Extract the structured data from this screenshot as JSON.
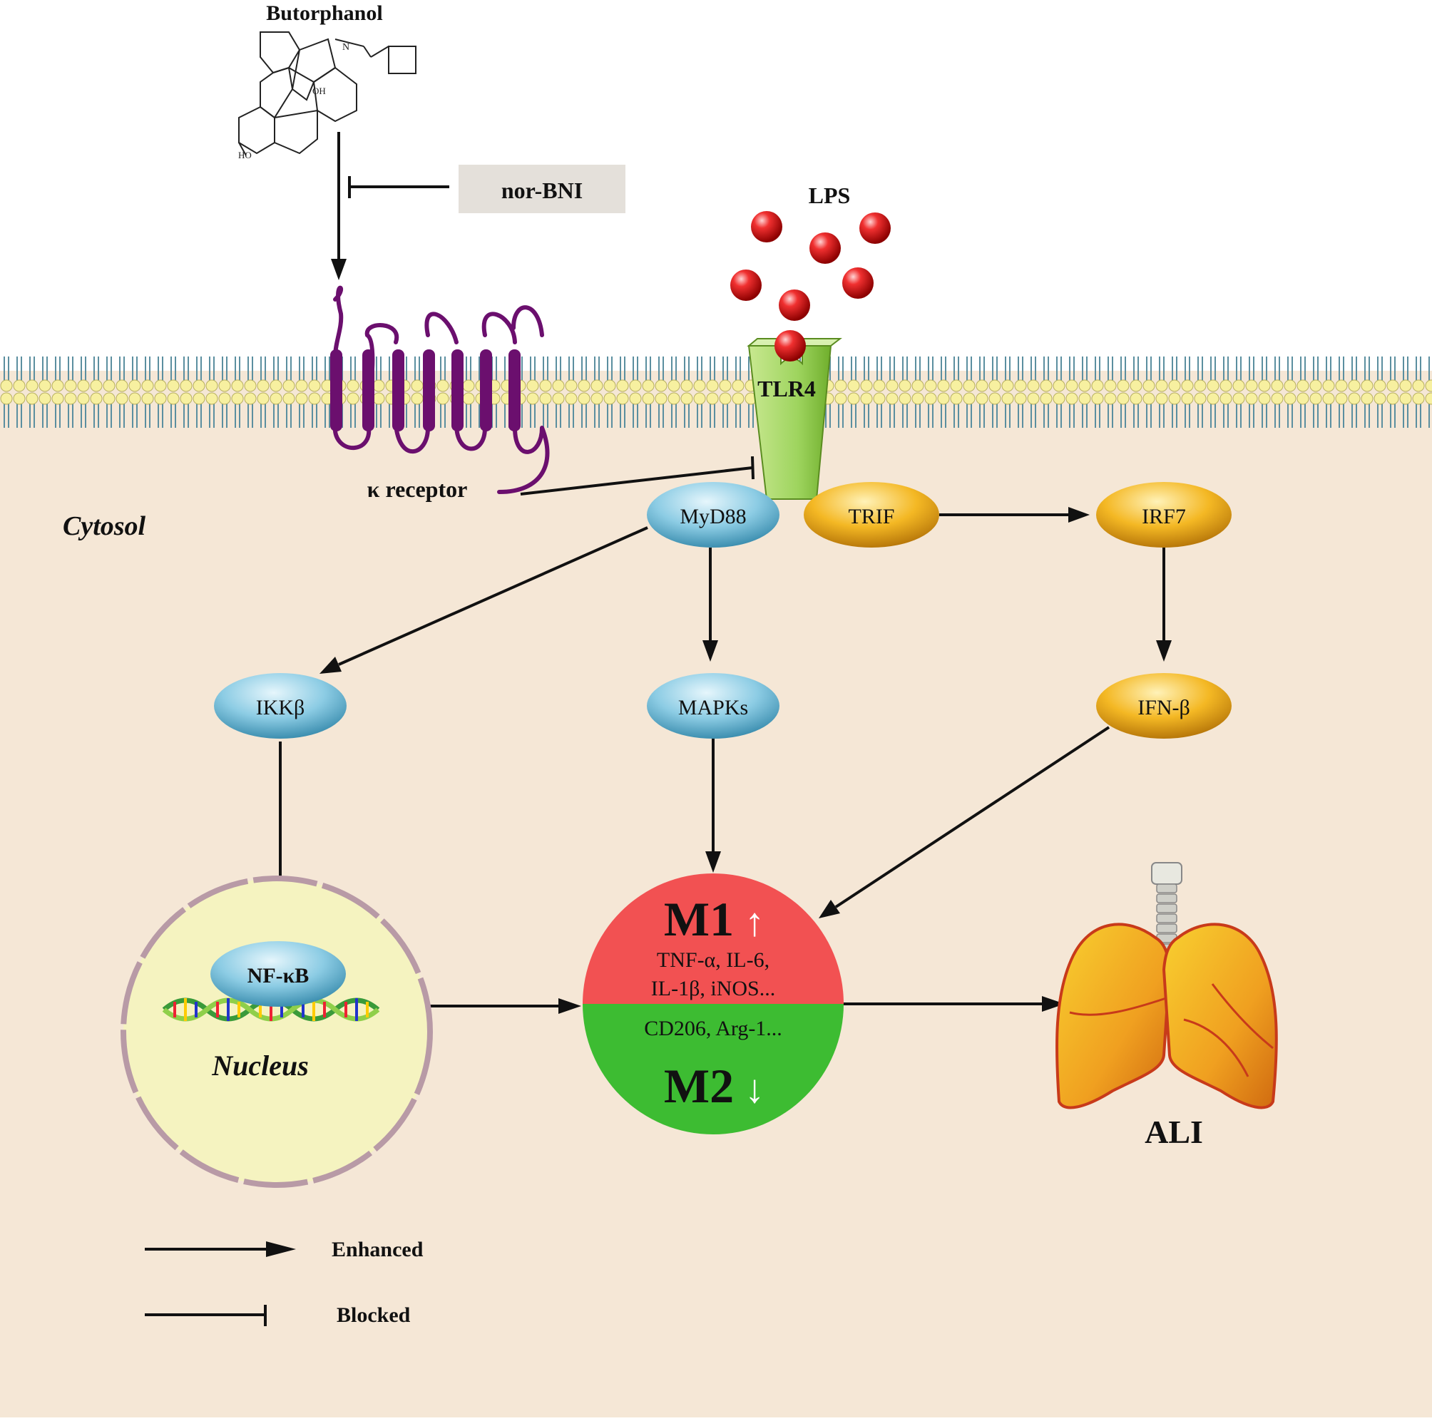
{
  "drug": {
    "name": "Butorphanol",
    "oh_label": "OH",
    "ho_label": "HO",
    "n_label": "N"
  },
  "inhibitor": {
    "label": "nor-BNI"
  },
  "ligand": {
    "label": "LPS"
  },
  "receptors": {
    "kappa": "κ receptor",
    "tlr4": "TLR4"
  },
  "compartments": {
    "cytosol": "Cytosol",
    "nucleus": "Nucleus"
  },
  "nodes": {
    "myd88": "MyD88",
    "trif": "TRIF",
    "irf7": "IRF7",
    "ikkb": "IKKβ",
    "mapks": "MAPKs",
    "ifnb": "IFN-β",
    "nfkb": "NF-κB"
  },
  "macrophage": {
    "m1_label": "M1",
    "m1_arrow": "↑",
    "m1_markers_line1": "TNF-α, IL-6,",
    "m1_markers_line2": "IL-1β, iNOS...",
    "m2_markers": "CD206, Arg-1...",
    "m2_label": "M2",
    "m2_arrow": "↓"
  },
  "outcome": {
    "label": "ALI"
  },
  "legend": {
    "enhanced": "Enhanced",
    "blocked": "Blocked"
  },
  "colors": {
    "cytosol_bg": "#f5e7d6",
    "membrane_head": "#f7f0a0",
    "membrane_tail": "#5b8fa0",
    "receptor_purple": "#6b0f6e",
    "tlr4_green": "#a8d86a",
    "lps_red": "#e01a1a",
    "blue_node": "#7cc3dc",
    "orange_node": "#f2b31e",
    "m1_red": "#f25152",
    "m2_green": "#3dbc32",
    "nucleus_fill": "#f5f3c0",
    "nucleus_border": "#b89aa6",
    "inhibitor_box": "#e4e0da",
    "lung_orange": "#f0a020"
  }
}
